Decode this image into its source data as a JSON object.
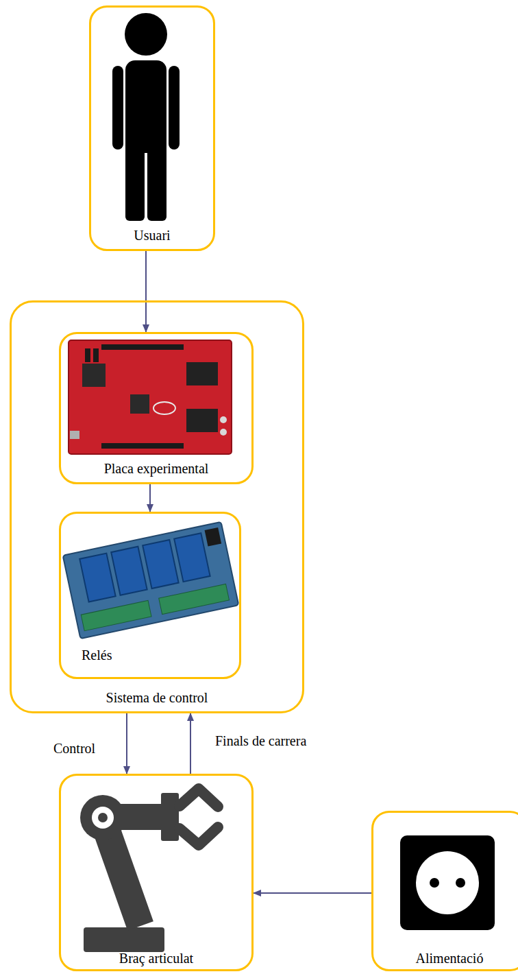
{
  "diagram": {
    "nodes": [
      {
        "text": [
          "Usuari"
        ]
      },
      {
        "text": [
          "Sistema de control"
        ]
      },
      {
        "text": [
          "Placa experimental"
        ],
        "in": 1
      },
      {
        "text": [
          "Relés"
        ],
        "in": 1
      },
      {
        "text": [
          "Braç articulat"
        ]
      },
      {
        "text": [
          "Alimentació"
        ]
      }
    ],
    "edges": [
      {
        "from": 0,
        "to": 2,
        "arrow": "to"
      },
      {
        "from": 2,
        "to": 3,
        "arrow": "to"
      },
      {
        "from": 1,
        "to": 4,
        "label": "Control",
        "arrow": "to"
      },
      {
        "from": 4,
        "to": 1,
        "label": "Finals de carrera",
        "arrow": "to"
      },
      {
        "from": 5,
        "to": 4,
        "arrow": "to"
      }
    ]
  }
}
